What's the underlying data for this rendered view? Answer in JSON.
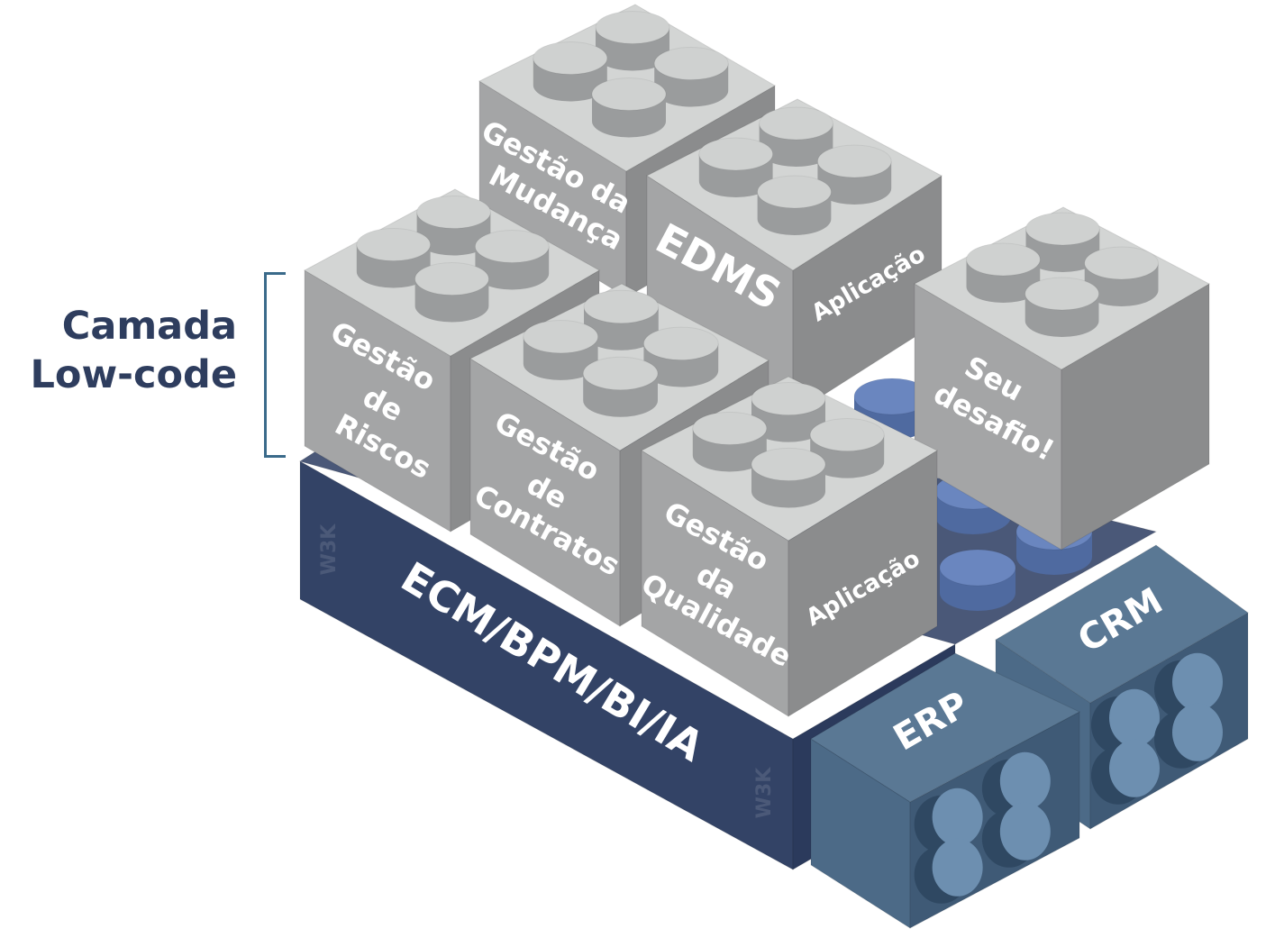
{
  "side_label": {
    "line1": "Camada",
    "line2": "Low-code"
  },
  "platform": {
    "label": "ECM/BPM/BI/IA",
    "watermark": "W3K"
  },
  "integrations": {
    "erp": "ERP",
    "crm": "CRM"
  },
  "blocks": {
    "riscos": {
      "lines": [
        "Gestão",
        "de",
        "Riscos"
      ]
    },
    "mudanca": {
      "lines": [
        "Gestão da",
        "Mudança"
      ]
    },
    "edms": {
      "front": "EDMS",
      "side": "Aplicação"
    },
    "contratos": {
      "lines": [
        "Gestão",
        "de",
        "Contratos"
      ]
    },
    "qualidade": {
      "lines": [
        "Gestão",
        "da",
        "Qualidade"
      ],
      "side": "Aplicação"
    },
    "desafio": {
      "lines": [
        "Seu",
        "desafio!"
      ]
    }
  },
  "colors": {
    "grey_top": "#d3d5d4",
    "grey_left": "#a4a5a6",
    "grey_right": "#8b8c8d",
    "stud_top": "#cfd1d0",
    "stud_side": "#9a9c9d",
    "navy_top": "#4a5878",
    "navy_front": "#334366",
    "navy_right": "#2b3a5c",
    "steel_top": "#5a7894",
    "steel_front": "#4c6a87",
    "steel_right": "#3f5a76",
    "label_text": "#2e3d5e",
    "bracket": "#3a6a8a"
  }
}
